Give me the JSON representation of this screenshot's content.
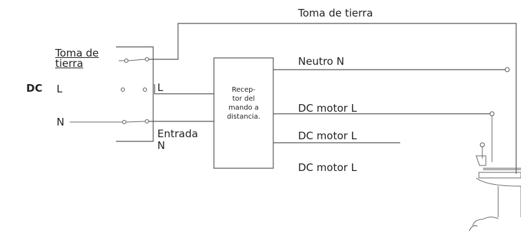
{
  "diagram": {
    "title": "DC",
    "input_labels": {
      "ground": "Toma de tierra",
      "live": "L",
      "neutral": "N"
    },
    "terminal_labels": {
      "live": "L",
      "entrada": "Entrada",
      "entrada_n": "N"
    },
    "receiver_label": "Recep-\ntor del\nmando a\ndistancia.",
    "output_labels": {
      "ground": "Toma de tierra",
      "neutral": "Neutro N",
      "motor_1": "DC motor L",
      "motor_2": "DC motor L",
      "motor_3": "DC motor L"
    },
    "colors": {
      "line": "#555555",
      "text": "#222222"
    },
    "icons": [
      "ceiling-fan-icon"
    ]
  }
}
